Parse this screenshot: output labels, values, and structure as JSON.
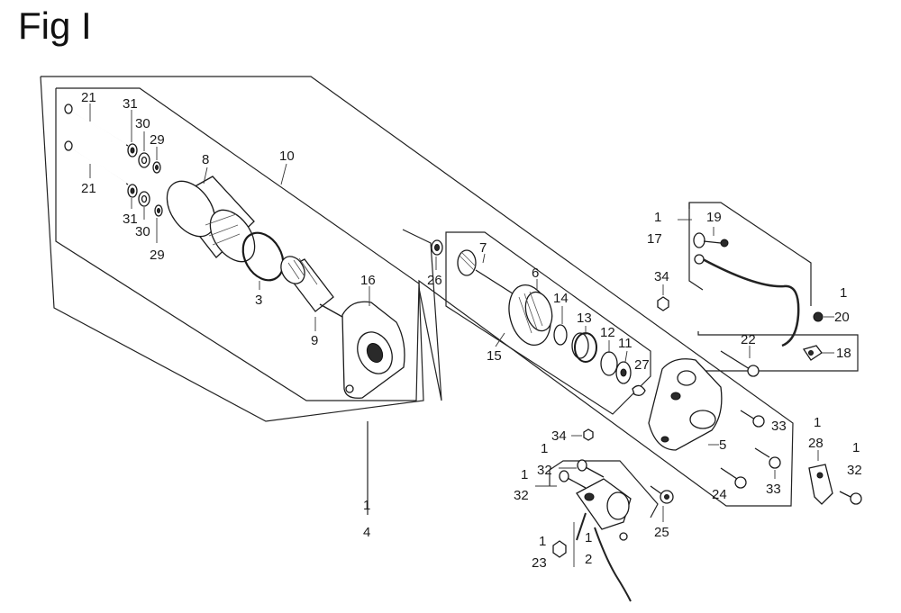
{
  "title": "Fig I",
  "labels": [
    {
      "id": "l21a",
      "text": "21"
    },
    {
      "id": "l31a",
      "text": "31"
    },
    {
      "id": "l30a",
      "text": "30"
    },
    {
      "id": "l29a",
      "text": "29"
    },
    {
      "id": "l8",
      "text": "8"
    },
    {
      "id": "l10",
      "text": "10"
    },
    {
      "id": "l21b",
      "text": "21"
    },
    {
      "id": "l31b",
      "text": "31"
    },
    {
      "id": "l30b",
      "text": "30"
    },
    {
      "id": "l29b",
      "text": "29"
    },
    {
      "id": "l3",
      "text": "3"
    },
    {
      "id": "l16",
      "text": "16"
    },
    {
      "id": "l9",
      "text": "9"
    },
    {
      "id": "l1a",
      "text": "1"
    },
    {
      "id": "l4",
      "text": "4"
    },
    {
      "id": "l26",
      "text": "26"
    },
    {
      "id": "l7",
      "text": "7"
    },
    {
      "id": "l6",
      "text": "6"
    },
    {
      "id": "l14",
      "text": "14"
    },
    {
      "id": "l13",
      "text": "13"
    },
    {
      "id": "l12",
      "text": "12"
    },
    {
      "id": "l11",
      "text": "11"
    },
    {
      "id": "l27",
      "text": "27"
    },
    {
      "id": "l15",
      "text": "15"
    },
    {
      "id": "l1b",
      "text": "1"
    },
    {
      "id": "l17",
      "text": "17"
    },
    {
      "id": "l19",
      "text": "19"
    },
    {
      "id": "l34a",
      "text": "34"
    },
    {
      "id": "l1c",
      "text": "1"
    },
    {
      "id": "l20",
      "text": "20"
    },
    {
      "id": "l22",
      "text": "22"
    },
    {
      "id": "l18",
      "text": "18"
    },
    {
      "id": "l33a",
      "text": "33"
    },
    {
      "id": "l5",
      "text": "5"
    },
    {
      "id": "l33b",
      "text": "33"
    },
    {
      "id": "l1d",
      "text": "1"
    },
    {
      "id": "l28",
      "text": "28"
    },
    {
      "id": "l1e",
      "text": "1"
    },
    {
      "id": "l32c",
      "text": "32"
    },
    {
      "id": "l34b",
      "text": "34"
    },
    {
      "id": "l1f",
      "text": "1"
    },
    {
      "id": "l32a",
      "text": "32"
    },
    {
      "id": "l1g",
      "text": "1"
    },
    {
      "id": "l32b",
      "text": "32"
    },
    {
      "id": "l24",
      "text": "24"
    },
    {
      "id": "l25",
      "text": "25"
    },
    {
      "id": "l1h",
      "text": "1"
    },
    {
      "id": "l23",
      "text": "23"
    },
    {
      "id": "l1i",
      "text": "1"
    },
    {
      "id": "l2",
      "text": "2"
    }
  ]
}
